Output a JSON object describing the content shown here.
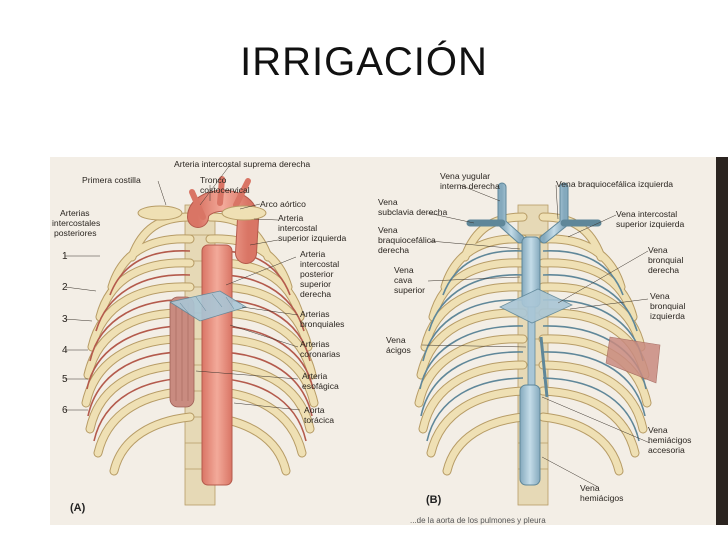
{
  "title": "IRRIGACIÓN",
  "panel_a": {
    "tag": "(A)",
    "labels": {
      "arteria_intercostal_suprema": "Arteria intercostal suprema derecha",
      "primera_costilla": "Primera costilla",
      "tronco_1": "Tronco",
      "tronco_2": "costocervical",
      "arco_aortico": "Arco aórtico",
      "art_intercostales_1": "Arterias",
      "art_intercostales_2": "intercostales",
      "art_intercostales_3": "posteriores",
      "art_int_sup_izq_1": "Arteria",
      "art_int_sup_izq_2": "intercostal",
      "art_int_sup_izq_3": "superior izquierda",
      "art_int_post_sup_der_1": "Arteria",
      "art_int_post_sup_der_2": "intercostal",
      "art_int_post_sup_der_3": "posterior",
      "art_int_post_sup_der_4": "superior",
      "art_int_post_sup_der_5": "derecha",
      "bronquiales_1": "Arterias",
      "bronquiales_2": "bronquiales",
      "coronarias_1": "Arterias",
      "coronarias_2": "coronarias",
      "esofagica_1": "Arteria",
      "esofagica_2": "esofágica",
      "aorta_1": "Aorta",
      "aorta_2": "torácica"
    },
    "numbers": [
      "1",
      "2",
      "3",
      "4",
      "5",
      "6"
    ]
  },
  "panel_b": {
    "tag": "(B)",
    "labels": {
      "yugular_1": "Vena yugular",
      "yugular_2": "interna derecha",
      "braquio_izq": "Vena braquiocefálica izquierda",
      "subclavia_1": "Vena",
      "subclavia_2": "subclavia derecha",
      "int_sup_izq_1": "Vena intercostal",
      "int_sup_izq_2": "superior izquierda",
      "braquio_der_1": "Vena",
      "braquio_der_2": "braquiocefálica",
      "braquio_der_3": "derecha",
      "bronq_der_1": "Vena",
      "bronq_der_2": "bronquial",
      "bronq_der_3": "derecha",
      "cava_1": "Vena",
      "cava_2": "cava",
      "cava_3": "superior",
      "bronq_izq_1": "Vena",
      "bronq_izq_2": "bronquial",
      "bronq_izq_3": "izquierda",
      "acigos_1": "Vena",
      "acigos_2": "ácigos",
      "hemiacigos_acc_1": "Vena",
      "hemiacigos_acc_2": "hemiácigos",
      "hemiacigos_acc_3": "accesoria",
      "hemiacigos_1": "Vena",
      "hemiacigos_2": "hemiácigos"
    }
  },
  "caption": "...de la aorta de los pulmones y pleura",
  "colors": {
    "rib": "#efe0b4",
    "rib_stroke": "#b79c66",
    "artery": "#e99586",
    "artery_stroke": "#b45a4c",
    "vein": "#a9c6d6",
    "vein_stroke": "#5f8799",
    "vertebra": "#e6d9b6",
    "muscle": "#c98b80"
  }
}
